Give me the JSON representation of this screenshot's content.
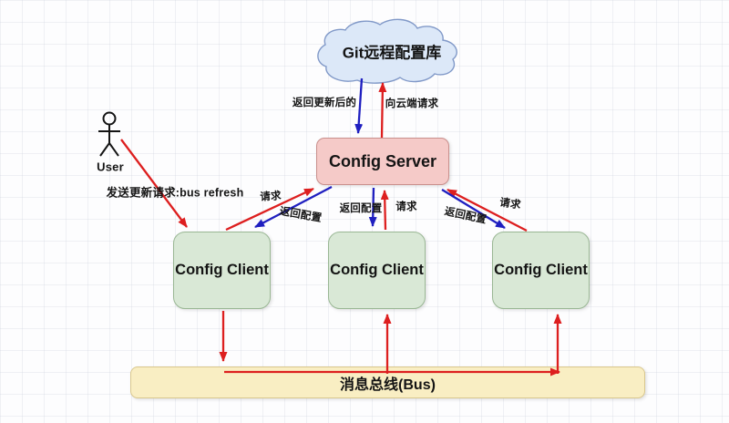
{
  "diagram": {
    "cloud": {
      "label": "Git远程配置库"
    },
    "server": {
      "label": "Config Server"
    },
    "clients": [
      {
        "label": "Config Client"
      },
      {
        "label": "Config Client"
      },
      {
        "label": "Config Client"
      }
    ],
    "bus": {
      "label": "消息总线(Bus)"
    },
    "actor": {
      "label": "User"
    },
    "edge_labels": {
      "return_updated": "返回更新后的",
      "request_cloud": "向云端请求",
      "send_refresh": "发送更新请求:bus refresh",
      "request_left": "请求",
      "return_left": "返回配置",
      "return_middle": "返回配置",
      "request_middle": "请求",
      "request_right": "请求",
      "return_right": "返回配置"
    },
    "colors": {
      "cloud_fill": "#dce8f8",
      "cloud_stroke": "#8199c8",
      "server_fill": "#f5cac8",
      "server_stroke": "#c98f8c",
      "client_fill": "#d9e8d6",
      "client_stroke": "#9ab794",
      "bus_fill": "#f9eec3",
      "bus_stroke": "#d9c78d",
      "arrow_red": "#dd1f1f",
      "arrow_blue": "#1f1fc0"
    }
  }
}
